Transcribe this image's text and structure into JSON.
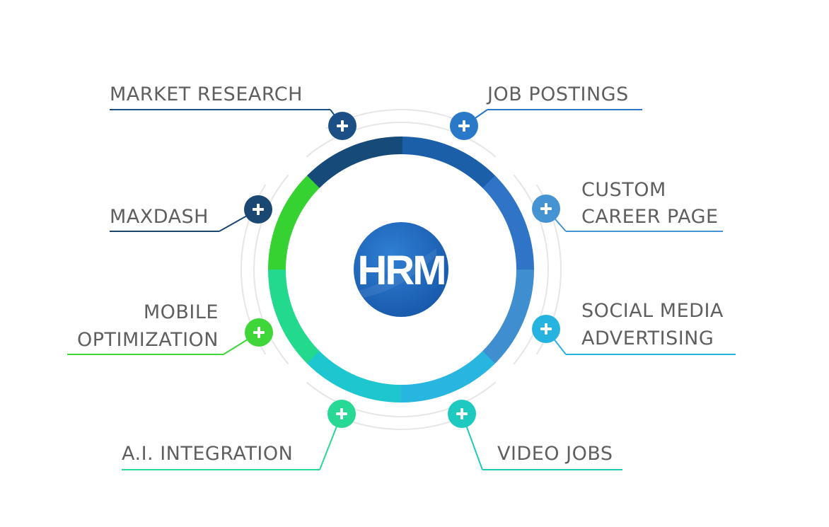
{
  "center": {
    "logo_text": "HRM"
  },
  "features": [
    {
      "id": "market-research",
      "lines": [
        "MARKET RESEARCH"
      ],
      "color": "#1b4f86"
    },
    {
      "id": "job-postings",
      "lines": [
        "JOB POSTINGS"
      ],
      "color": "#2a78c8"
    },
    {
      "id": "custom-career-page",
      "lines": [
        "CUSTOM",
        "CAREER PAGE"
      ],
      "color": "#4593d3"
    },
    {
      "id": "social-media-advertising",
      "lines": [
        "SOCIAL MEDIA",
        "ADVERTISING"
      ],
      "color": "#27b3e0"
    },
    {
      "id": "video-jobs",
      "lines": [
        "VIDEO JOBS"
      ],
      "color": "#1ec9bf"
    },
    {
      "id": "ai-integration",
      "lines": [
        "A.I. INTEGRATION"
      ],
      "color": "#27d994"
    },
    {
      "id": "mobile-optimization",
      "lines": [
        "MOBILE",
        "OPTIMIZATION"
      ],
      "color": "#3fd63a"
    },
    {
      "id": "maxdash",
      "lines": [
        "MAXDASH"
      ],
      "color": "#1a4873"
    }
  ],
  "ring_colors": [
    "#1b5fa8",
    "#2f74c6",
    "#3f8fd0",
    "#28b5df",
    "#1ec6cf",
    "#23d98e",
    "#35d232",
    "#164a78"
  ],
  "plus_symbol": "+"
}
